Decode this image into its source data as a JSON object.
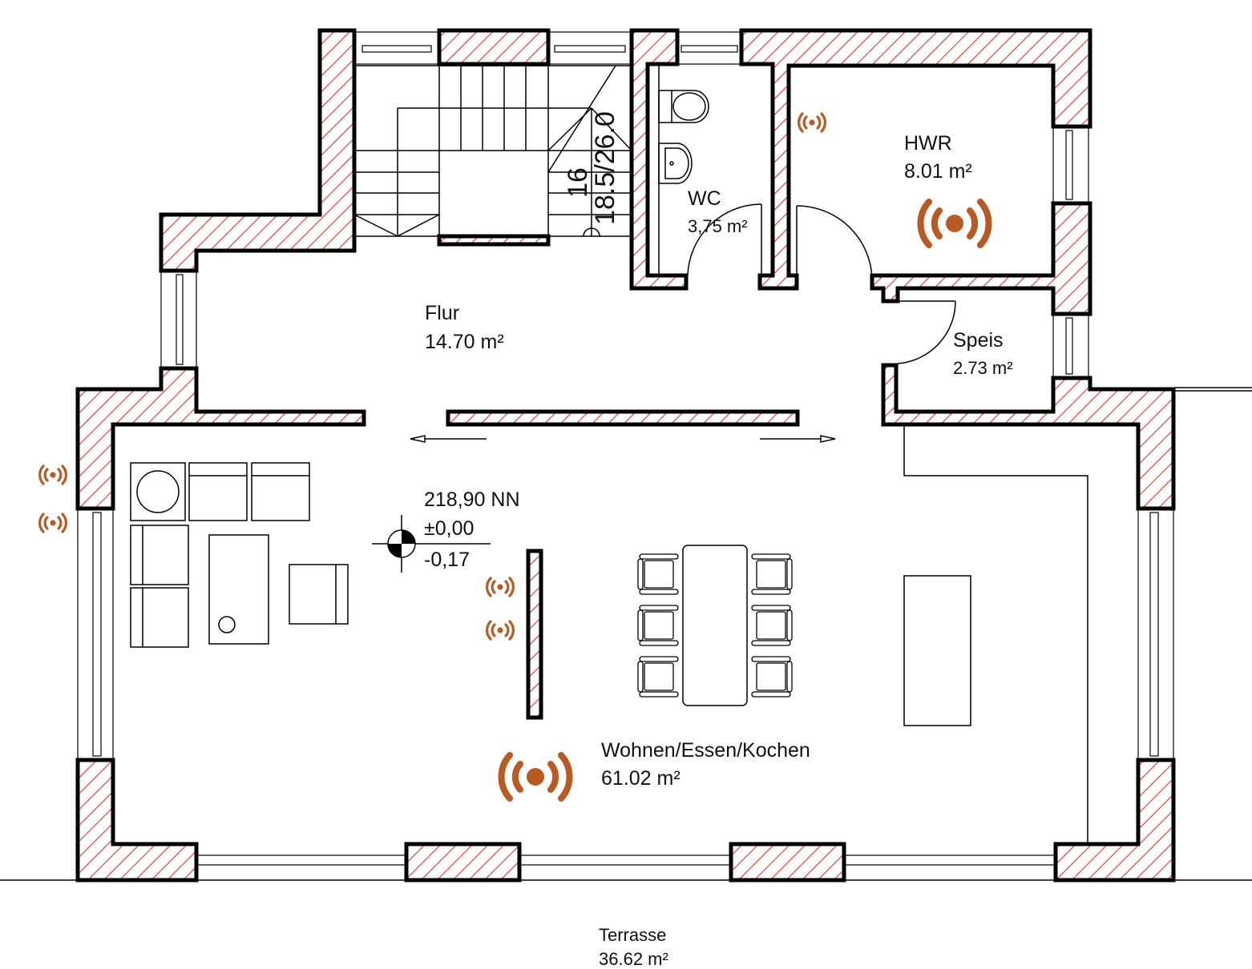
{
  "plan": {
    "title": "Erdgeschoss Grundriss",
    "hatch_color": "#e8322e",
    "signal_color": "#b85a22",
    "rooms": [
      {
        "id": "flur",
        "name": "Flur",
        "area": "14.70 m²"
      },
      {
        "id": "wc",
        "name": "WC",
        "area": "3,75 m²"
      },
      {
        "id": "hwr",
        "name": "HWR",
        "area": "8.01 m²"
      },
      {
        "id": "speis",
        "name": "Speis",
        "area": "2.73 m²"
      },
      {
        "id": "wohnen",
        "name": "Wohnen/Essen/Kochen",
        "area": "61.02 m²"
      },
      {
        "id": "terrasse",
        "name": "Terrasse",
        "area": "36.62 m²"
      }
    ],
    "stair": {
      "steps": "16",
      "rise_run": "18.5/26.0"
    },
    "level_marker": {
      "nn": "218,90 NN",
      "zero": "±0,00",
      "offset": "-0,17"
    },
    "signal_icons": [
      {
        "location": "flur-wall-near-hwr",
        "size": "small"
      },
      {
        "location": "hwr",
        "size": "large"
      },
      {
        "location": "west-exterior-upper",
        "size": "small"
      },
      {
        "location": "west-exterior-lower",
        "size": "small"
      },
      {
        "location": "living-partition-upper",
        "size": "small"
      },
      {
        "location": "living-partition-lower",
        "size": "small"
      },
      {
        "location": "living-room",
        "size": "large"
      }
    ]
  }
}
